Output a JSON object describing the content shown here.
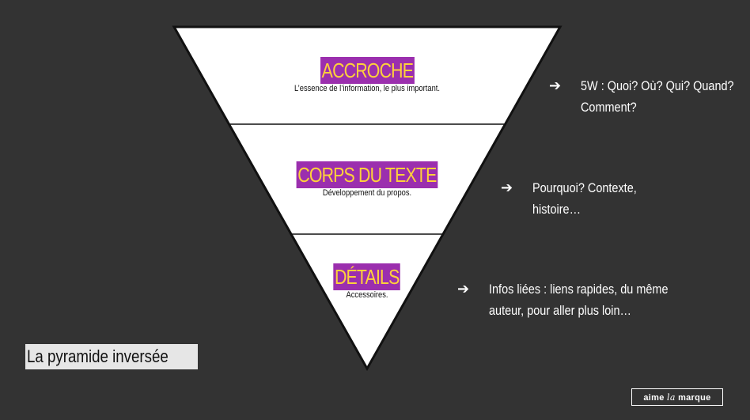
{
  "pyramid": {
    "tiers": [
      {
        "heading": "ACCROCHE",
        "subtitle": "L’essence de l’information, le plus important."
      },
      {
        "heading": "CORPS DU TEXTE",
        "subtitle": "Développement du propos."
      },
      {
        "heading": "DÉTAILS",
        "subtitle": "Accessoires."
      }
    ]
  },
  "notes": [
    {
      "arrow": "➔",
      "line1": "5W : Quoi? Où? Qui? Quand?",
      "line2": "Comment?"
    },
    {
      "arrow": "➔",
      "line1": "Pourquoi?  Contexte,",
      "line2": "histoire…"
    },
    {
      "arrow": "➔",
      "line1": "Infos liées : liens rapides, du même",
      "line2": "auteur, pour aller plus loin…"
    }
  ],
  "title": "La pyramide inversée",
  "logo": {
    "before": "aime",
    "middle": "la",
    "after": "marque"
  },
  "colors": {
    "background": "#333333",
    "heading_bg": "#9b2fae",
    "heading_text": "#ffd23a",
    "pyramid_fill": "#ffffff"
  }
}
